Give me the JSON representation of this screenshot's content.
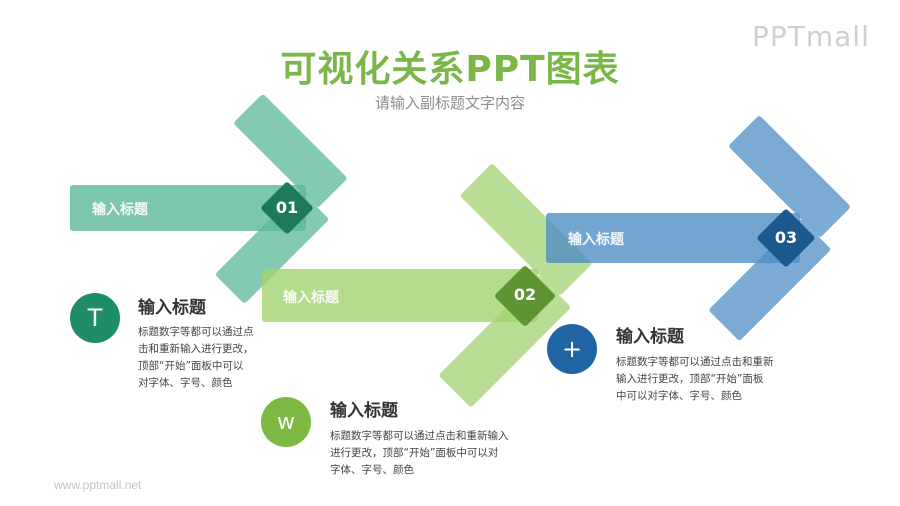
{
  "header": {
    "title": "可视化关系PPT图表",
    "subtitle": "请输入副标题文字内容",
    "brand_logo": "PPTmall"
  },
  "footer": {
    "url": "www.pptmall.net"
  },
  "colors": {
    "title_green": "#7ab648",
    "teal": "#5bb89a",
    "teal_dark": "#1f7a5c",
    "green": "#a2d270",
    "green_dark": "#5e9431",
    "blue": "#4f8fc4",
    "blue_dark": "#1c5a8e"
  },
  "arrows": [
    {
      "label": "输入标题",
      "number": "01",
      "color": "teal"
    },
    {
      "label": "输入标题",
      "number": "02",
      "color": "green"
    },
    {
      "label": "输入标题",
      "number": "03",
      "color": "blue"
    }
  ],
  "items": [
    {
      "icon": "T",
      "icon_name": "letter-t-icon",
      "title": "输入标题",
      "desc_lines": [
        "标题数字等都可以通过点",
        "击和重新输入进行更改，",
        "顶部“开始”面板中可以",
        "对字体、字号、颜色"
      ]
    },
    {
      "icon": "w",
      "icon_name": "letter-w-icon",
      "title": "输入标题",
      "desc_lines": [
        "标题数字等都可以通过点击和重新输入",
        "进行更改，顶部“开始”面板中可以对",
        "字体、字号、颜色"
      ]
    },
    {
      "icon": "+",
      "icon_name": "plus-icon",
      "title": "输入标题",
      "desc_lines": [
        "标题数字等都可以通过点击和重新",
        "输入进行更改，顶部“开始”面板",
        "中可以对字体、字号、颜色"
      ]
    }
  ]
}
